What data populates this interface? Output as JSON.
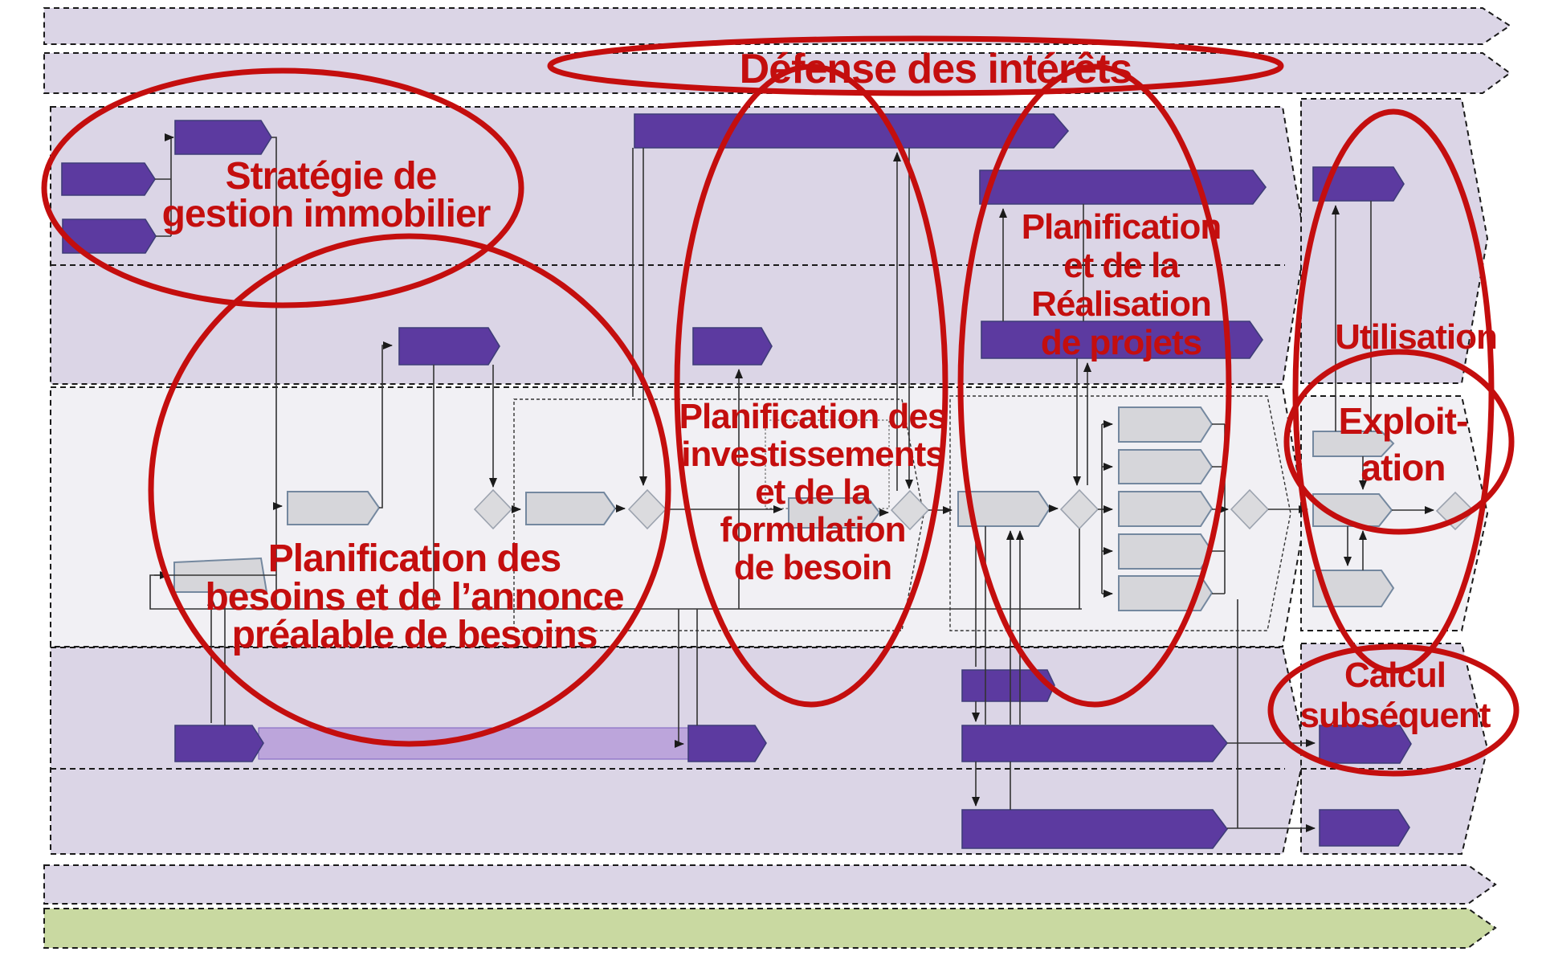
{
  "diagram": {
    "annotations": {
      "defense": "Défense des intérêts",
      "strategie": [
        "Stratégie de",
        "gestion immobilier"
      ],
      "besoins": [
        "Planification des",
        "besoins et de l’annonce",
        "préalable de besoins"
      ],
      "investissements": [
        "Planification des",
        "investissements",
        "et de la",
        "formulation",
        "de besoin"
      ],
      "realisation": [
        "Planification",
        "et de la",
        "Réalisation",
        "de projets"
      ],
      "utilisation": "Utilisation",
      "exploitation": [
        "Exploit-",
        "ation"
      ],
      "calcul": [
        "Calcul",
        "subséquent"
      ]
    },
    "colors": {
      "lane_purple": "#DBD5E6",
      "lane_light": "#F1F0F4",
      "band_green": "#C9D9A1",
      "shape_purple": "#5C3AA0",
      "shape_purple_border": "#3E3C78",
      "band_light_purple": "#BCA5DB",
      "gray_fill": "#D6D6DA",
      "gray_border": "#74889F",
      "diamond_fill": "#DBDBDE",
      "diamond_border": "#9BA2AE",
      "annotation_red": "#C40E0E",
      "connector": "#333333",
      "lane_border": "#1A1A1A"
    }
  }
}
